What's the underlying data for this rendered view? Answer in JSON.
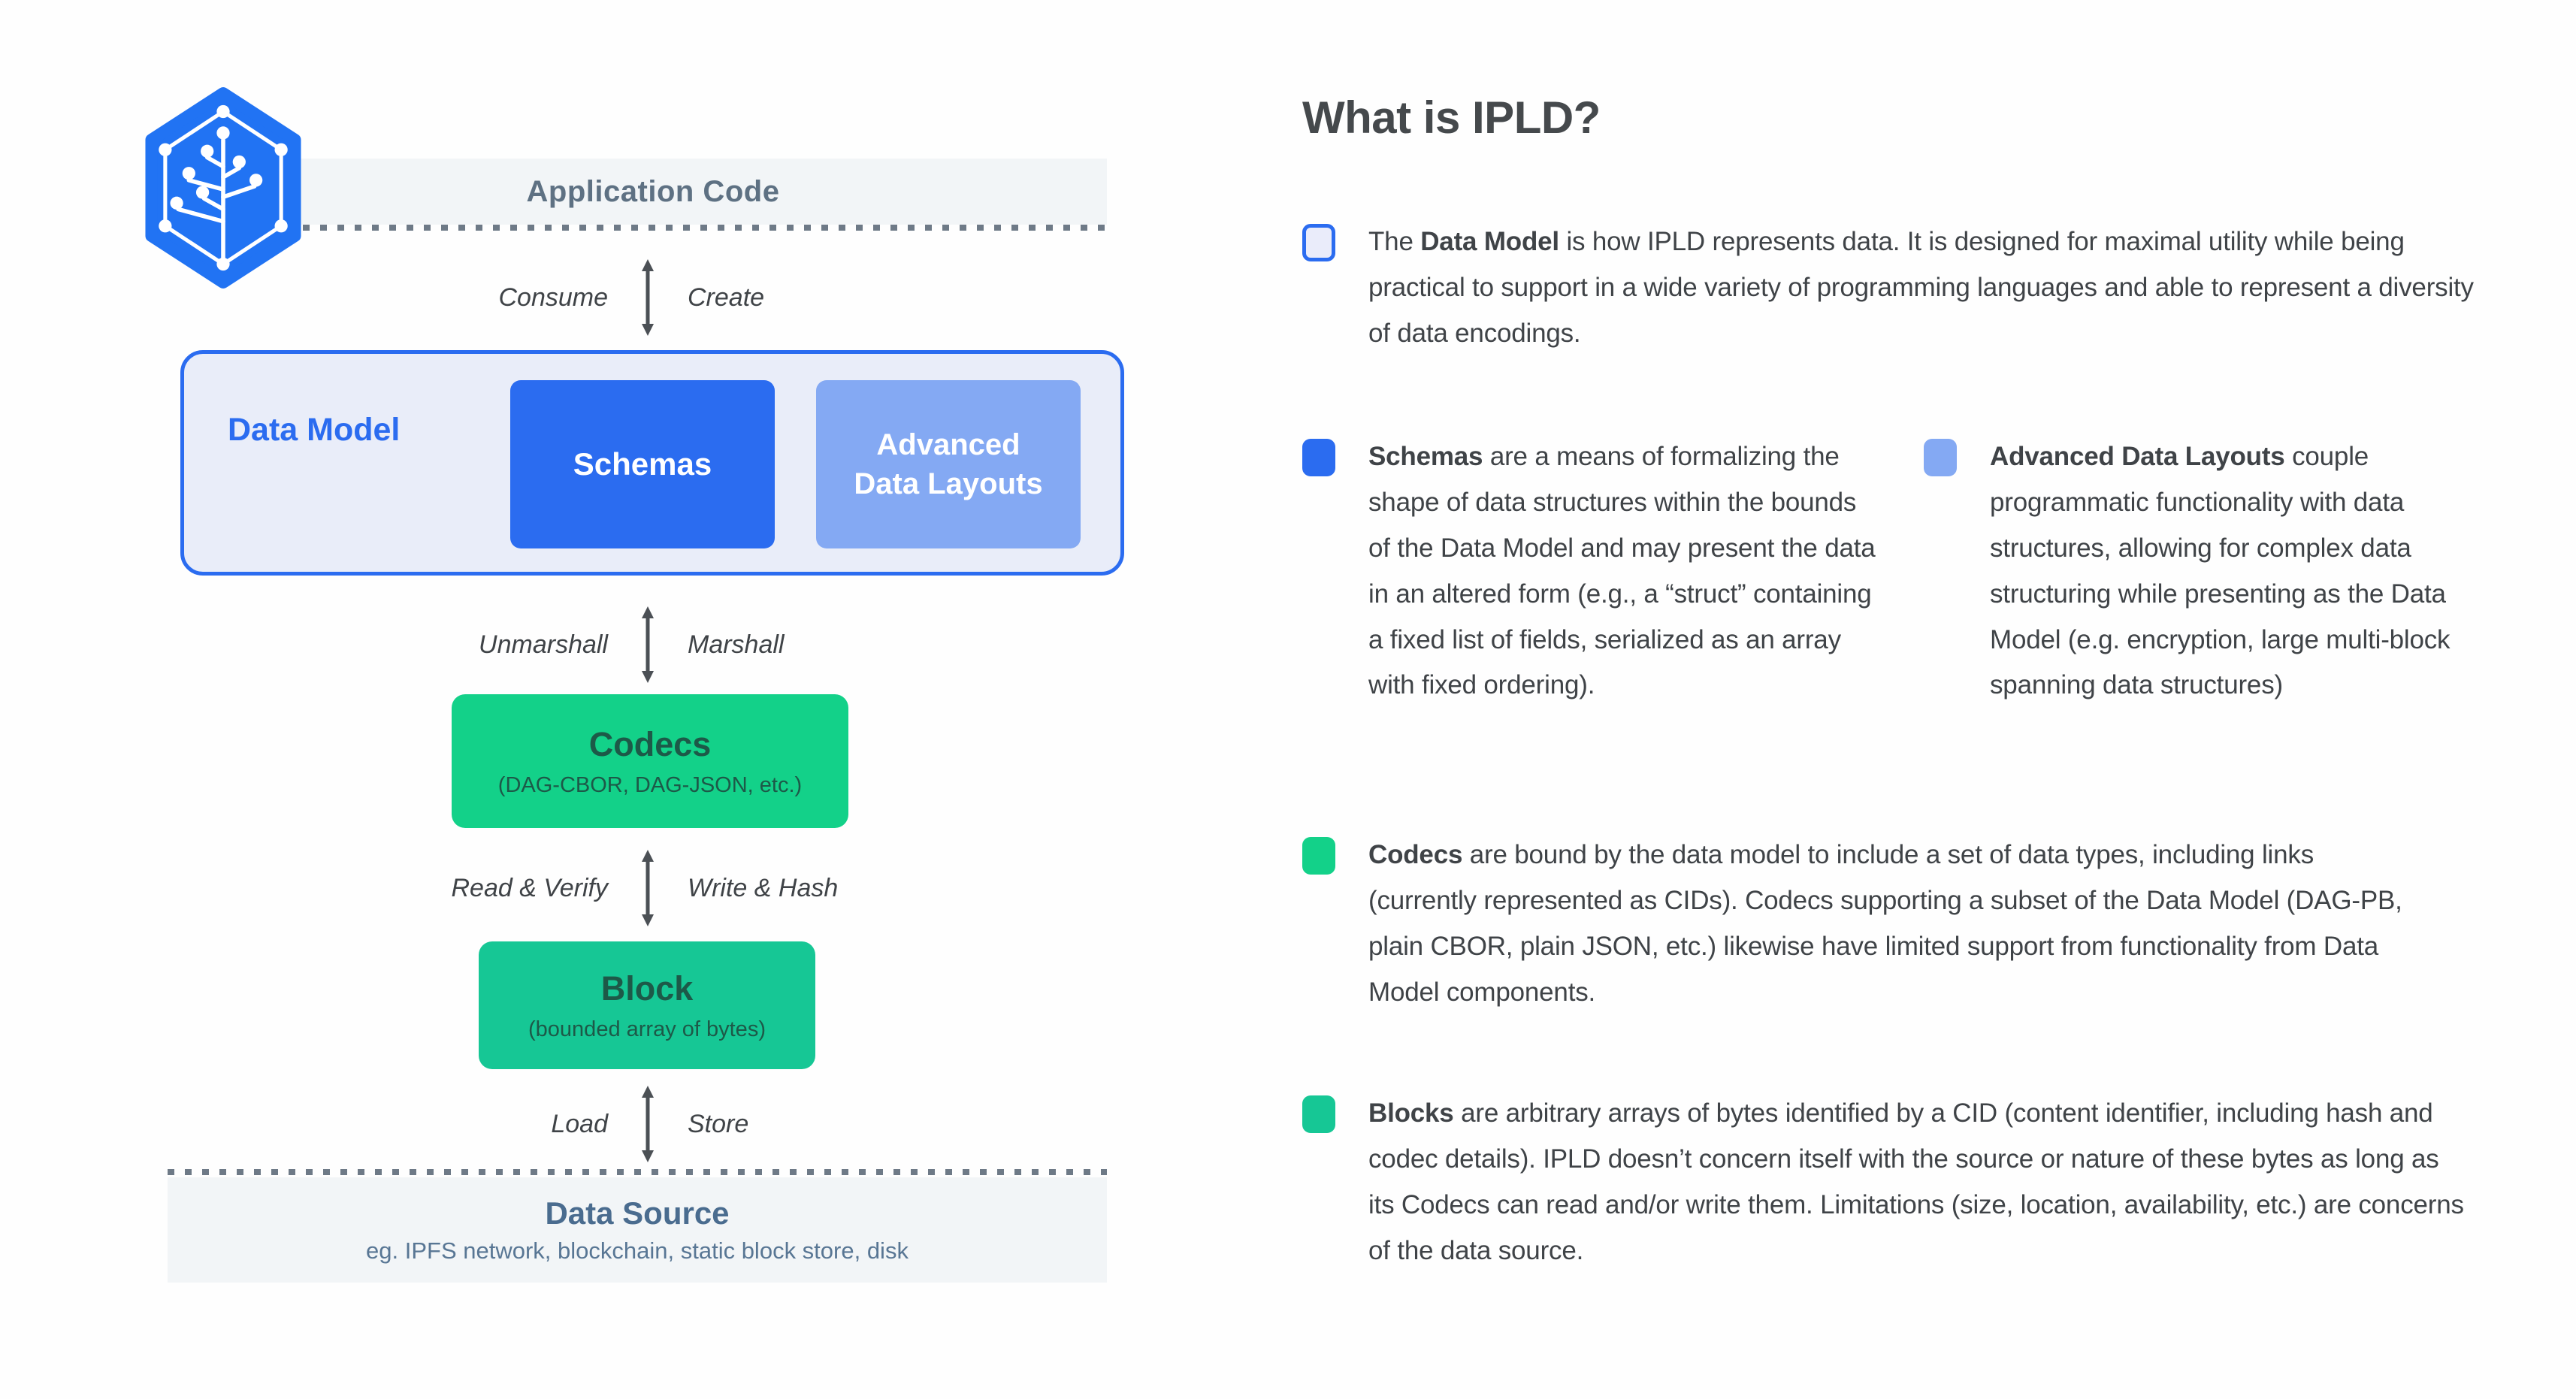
{
  "colors": {
    "brand_blue": "#2b6cf0",
    "logo_blue": "#2173f3",
    "light_blue": "#84a9f3",
    "pale_blue_bg": "#e9edf9",
    "pale_blue_fill": "#eaecfa",
    "green": "#13d189",
    "teal_green": "#16c795",
    "dark_green_text": "#1d5948",
    "bar_bg": "#f2f5f7",
    "bar_text": "#5e7183",
    "source_title": "#4a6c8f",
    "source_sub": "#587694",
    "body_text": "#3f4347",
    "label_text": "#3f4347",
    "title_text": "#45494c",
    "arrow_gray": "#4b5055",
    "dotted_gray": "#6e7a87"
  },
  "diagram": {
    "logo_icon": "ipld-hexagon-tree-logo",
    "app_bar": {
      "label": "Application Code"
    },
    "arrow1": {
      "left": "Consume",
      "right": "Create"
    },
    "data_model": {
      "label": "Data Model",
      "schemas": "Schemas",
      "adl": "Advanced Data Layouts"
    },
    "arrow2": {
      "left": "Unmarshall",
      "right": "Marshall"
    },
    "codecs": {
      "title": "Codecs",
      "subtitle": "(DAG-CBOR, DAG-JSON, etc.)"
    },
    "arrow3": {
      "left": "Read & Verify",
      "right": "Write & Hash"
    },
    "block": {
      "title": "Block",
      "subtitle": "(bounded array of bytes)"
    },
    "arrow4": {
      "left": "Load",
      "right": "Store"
    },
    "data_source": {
      "title": "Data Source",
      "subtitle": "eg. IPFS network, blockchain, static block store, disk"
    }
  },
  "panel": {
    "title": "What is IPLD?",
    "bullets": [
      {
        "id": "data-model",
        "prefix": "The ",
        "bold": "Data Model",
        "rest": " is how IPLD represents data. It is designed for maximal utility while being practical to support in a wide variety of programming  languages and able to represent a diversity of data encodings."
      },
      {
        "id": "schemas",
        "prefix": "",
        "bold": "Schemas",
        "rest": " are a means of formalizing the shape of data structures within the bounds of the Data Model and may present the data in an altered form (e.g., a “struct” containing a fixed list of fields, serialized as an array with fixed ordering)."
      },
      {
        "id": "advanced-data-layouts",
        "prefix": "",
        "bold": "Advanced Data Layouts",
        "rest": " couple programmatic functionality with data structures, allowing for complex data structuring while presenting as the Data Model (e.g. encryption, large multi-block spanning data structures)"
      },
      {
        "id": "codecs",
        "prefix": "",
        "bold": "Codecs",
        "rest": " are bound by the data model to include a set of data types, including  links (currently represented as CIDs). Codecs supporting a subset of the Data Model (DAG-PB, plain CBOR, plain JSON, etc.) likewise have limited support from functionality from Data Model components."
      },
      {
        "id": "blocks",
        "prefix": "",
        "bold": "Blocks",
        "rest": " are arbitrary arrays of bytes identified by a CID (content identifier, including hash and codec details). IPLD doesn’t concern itself with the source or nature of these bytes as long as its Codecs can read and/or write them. Limitations (size, location, availability, etc.) are concerns of the data source."
      }
    ]
  }
}
